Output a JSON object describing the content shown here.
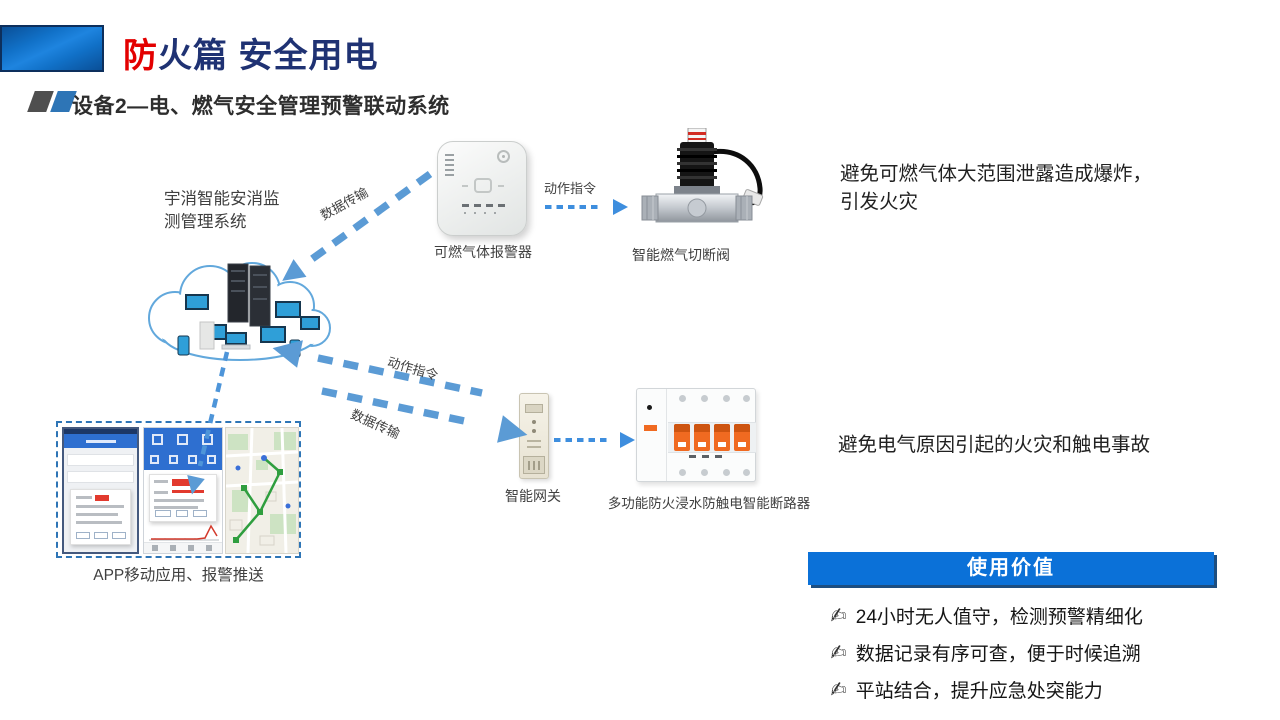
{
  "header": {
    "title_highlight": "防",
    "title_rest": "火篇 安全用电",
    "subtitle": "设备2—电、燃气安全管理预警联动系统"
  },
  "diagram": {
    "platform_label_line1": "宇消智能安消监",
    "platform_label_line2": "测管理系统",
    "labels": {
      "data_upload_top": "数据传输",
      "action_cmd_top": "动作指令",
      "action_cmd_mid": "动作指令",
      "data_upload_mid": "数据传输"
    },
    "captions": {
      "gas_detector": "可燃气体报警器",
      "gas_valve": "智能燃气切断阀",
      "gateway": "智能网关",
      "breaker": "多功能防火浸水防触电智能断路器",
      "app": "APP移动应用、报警推送"
    },
    "notes": {
      "gas_line1": "避免可燃气体大范围泄露造成爆炸，",
      "gas_line2": "引发火灾",
      "electric": "避免电气原因引起的火灾和触电事故"
    }
  },
  "value_panel": {
    "title": "使用价值",
    "bullet_icon": "✍",
    "items": [
      "24小时无人值守，检测预警精细化",
      "数据记录有序可查，便于时候追溯",
      "平站结合，提升应急处突能力"
    ]
  },
  "colors": {
    "accent_blue": "#5B9BD5",
    "title_navy": "#1F3273",
    "title_red": "#E30000",
    "value_header_blue": "#0B71D8"
  }
}
